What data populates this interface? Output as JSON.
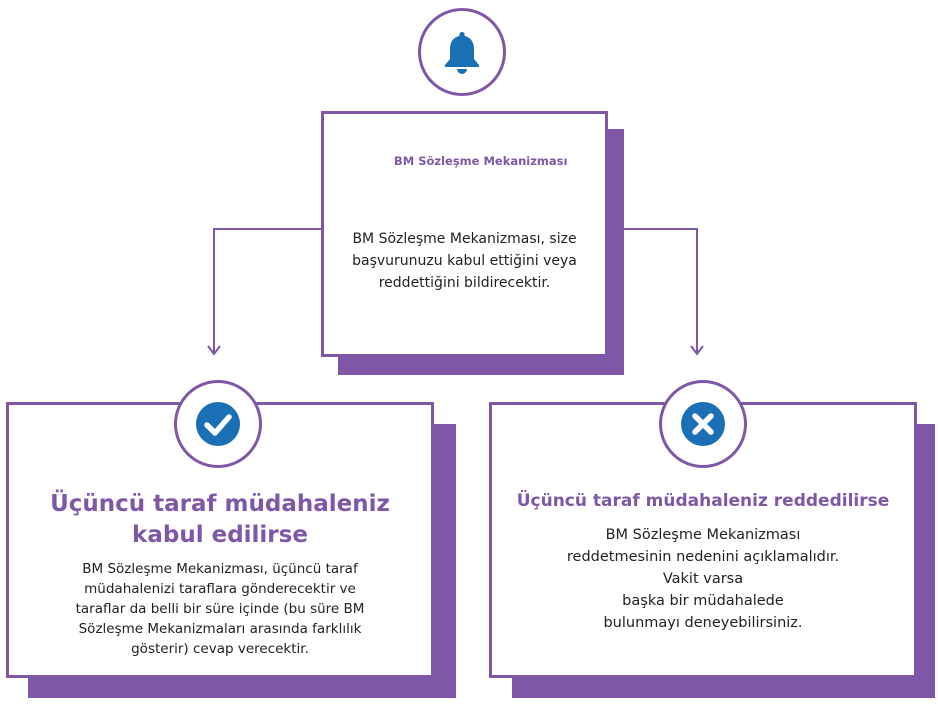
{
  "colors": {
    "accent": "#7e58a6",
    "icon_blue": "#1b6fb5"
  },
  "top_box": {
    "title": "BM Sözleşme Mekanizması",
    "text_lines": [
      "BM Sözleşme Mekanizması, size",
      "başvurunuzu kabul ettiğini veya",
      "reddettiğini bildirecektir."
    ],
    "icon": "bell-icon"
  },
  "left_box": {
    "heading_lines": [
      "Üçüncü taraf müdahaleniz",
      "kabul edilirse"
    ],
    "text_lines": [
      "BM Sözleşme Mekanizması, üçüncü taraf",
      "müdahalenizi taraflara gönderecektir ve",
      "taraflar da belli bir süre içinde (bu süre BM",
      "Sözleşme Mekanizmaları arasında farklılık",
      "gösterir) cevap verecektir."
    ],
    "icon": "check-icon"
  },
  "right_box": {
    "heading": "Üçüncü taraf müdahaleniz reddedilirse",
    "text_lines": [
      "BM Sözleşme Mekanizması",
      "reddetmesinin nedenini açıklamalıdır.",
      "Vakit varsa",
      "başka bir müdahalede",
      "bulunmayı deneyebilirsiniz."
    ],
    "icon": "x-icon"
  }
}
